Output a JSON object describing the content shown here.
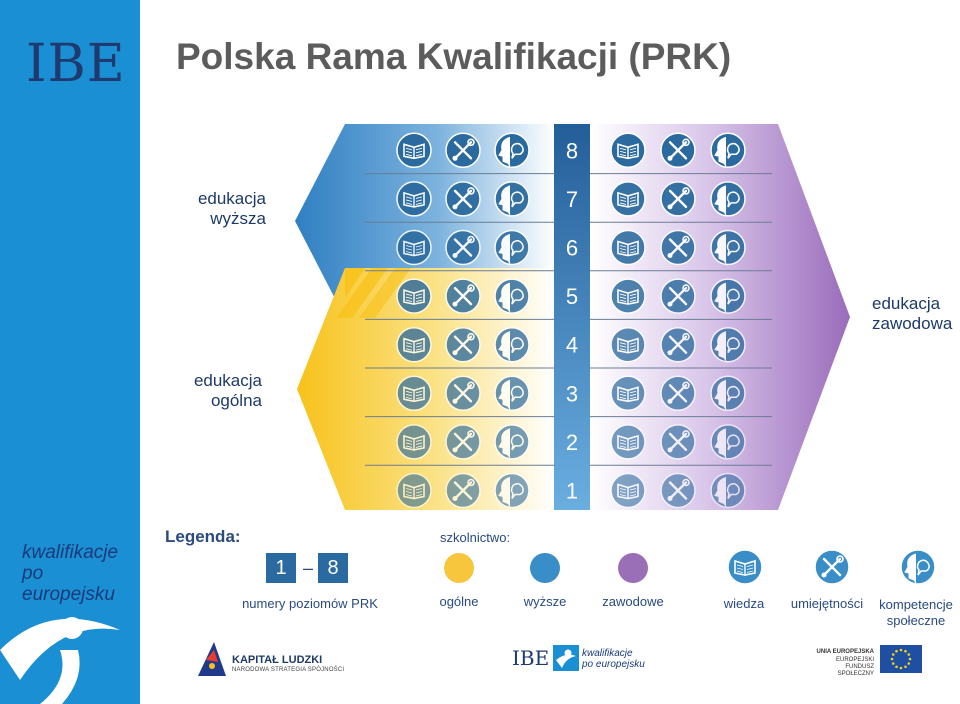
{
  "title": "Polska Rama Kwalifikacji (PRK)",
  "sidebar": {
    "logo": "IBE",
    "brand_line1": "kwalifikacje",
    "brand_line2": "po europejsku"
  },
  "labels": {
    "higher_line1": "edukacja",
    "higher_line2": "wyższa",
    "general_line1": "edukacja",
    "general_line2": "ogólna",
    "vocational_line1": "edukacja",
    "vocational_line2": "zawodowa"
  },
  "levels": [
    "8",
    "7",
    "6",
    "5",
    "4",
    "3",
    "2",
    "1"
  ],
  "icons": {
    "knowledge": "book-icon",
    "skills": "tools-icon",
    "social": "head-speech-icon"
  },
  "colors": {
    "general": "#f7c63c",
    "higher": "#3a8ec8",
    "vocational": "#9b6fb8",
    "level_column": "#2b6aa0",
    "icon_fill": "#2a6a9e"
  },
  "legend": {
    "title": "Legenda:",
    "level_from": "1",
    "level_dash": "–",
    "level_to": "8",
    "level_caption": "numery poziomów PRK",
    "schools_title": "szkolnictwo:",
    "general": "ogólne",
    "higher": "wyższe",
    "vocational": "zawodowe",
    "knowledge": "wiedza",
    "skills": "umiejętności",
    "social_line1": "kompetencje",
    "social_line2": "społeczne"
  },
  "footer": {
    "kl_title": "KAPITAŁ LUDZKI",
    "kl_sub": "NARODOWA STRATEGIA SPÓJNOŚCI",
    "ibe": "IBE",
    "kpe_line1": "kwalifikacje",
    "kpe_line2": "po europejsku",
    "ue_line1": "UNIA EUROPEJSKA",
    "ue_line2": "EUROPEJSKI",
    "ue_line3": "FUNDUSZ SPOŁECZNY"
  }
}
